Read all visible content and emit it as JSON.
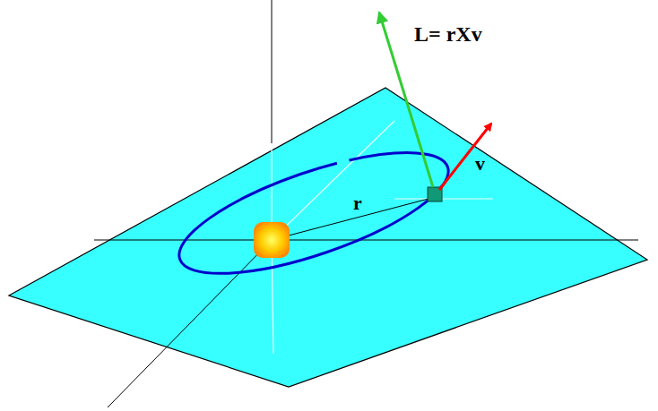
{
  "diagram": {
    "labels": [
      "L= rXv",
      "r",
      "v"
    ]
  }
}
